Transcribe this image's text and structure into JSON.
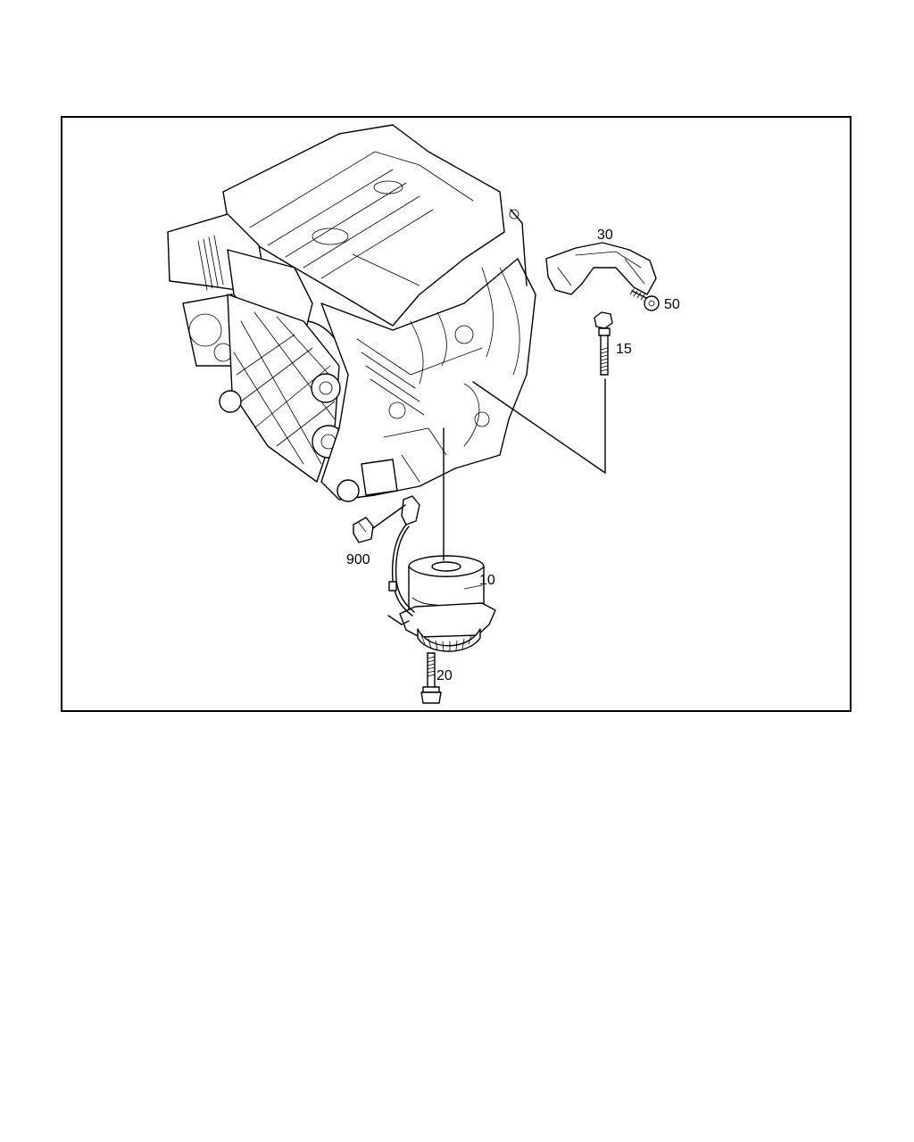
{
  "callouts": {
    "c10": "10",
    "c15": "15",
    "c20": "20",
    "c30": "30",
    "c50": "50",
    "c900": "900"
  },
  "colors": {
    "line": "#000000",
    "background": "#ffffff"
  }
}
